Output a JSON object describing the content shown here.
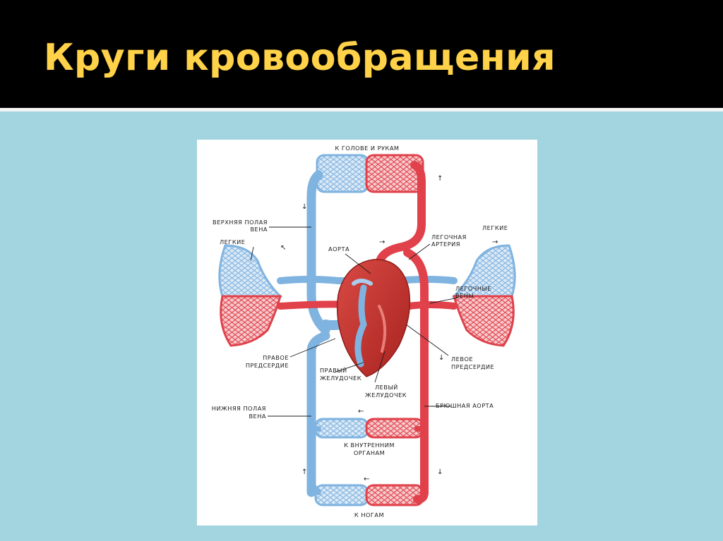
{
  "title": "Круги кровообращения",
  "diagram": {
    "labels": {
      "head_arms": "К ГОЛОВЕ И РУКАМ",
      "superior_vena_cava_1": "ВЕРХНЯЯ ПОЛАЯ",
      "superior_vena_cava_2": "ВЕНА",
      "lungs_left": "ЛЕГКИЕ",
      "lungs_right": "ЛЕГКИЕ",
      "aorta": "АОРТА",
      "pulmonary_artery_1": "ЛЕГОЧНАЯ",
      "pulmonary_artery_2": "АРТЕРИЯ",
      "pulmonary_veins_1": "ЛЕГОЧНЫЕ",
      "pulmonary_veins_2": "ВЕНЫ",
      "right_atrium_1": "ПРАВОЕ",
      "right_atrium_2": "ПРЕДСЕРДИЕ",
      "right_ventricle_1": "ПРАВЫЙ",
      "right_ventricle_2": "ЖЕЛУДОЧЕК",
      "left_ventricle_1": "ЛЕВЫЙ",
      "left_ventricle_2": "ЖЕЛУДОЧЕК",
      "left_atrium_1": "ЛЕВОЕ",
      "left_atrium_2": "ПРЕДСЕРДИЕ",
      "inferior_vena_cava_1": "НИЖНЯЯ ПОЛАЯ",
      "inferior_vena_cava_2": "ВЕНА",
      "abdominal_aorta": "БРЮШНАЯ АОРТА",
      "internal_organs_1": "К ВНУТРЕННИМ",
      "internal_organs_2": "ОРГАНАМ",
      "legs": "К НОГАМ"
    },
    "colors": {
      "arterial": "#e0414a",
      "venous": "#7fb3e0",
      "heart": "#c0322e"
    }
  }
}
